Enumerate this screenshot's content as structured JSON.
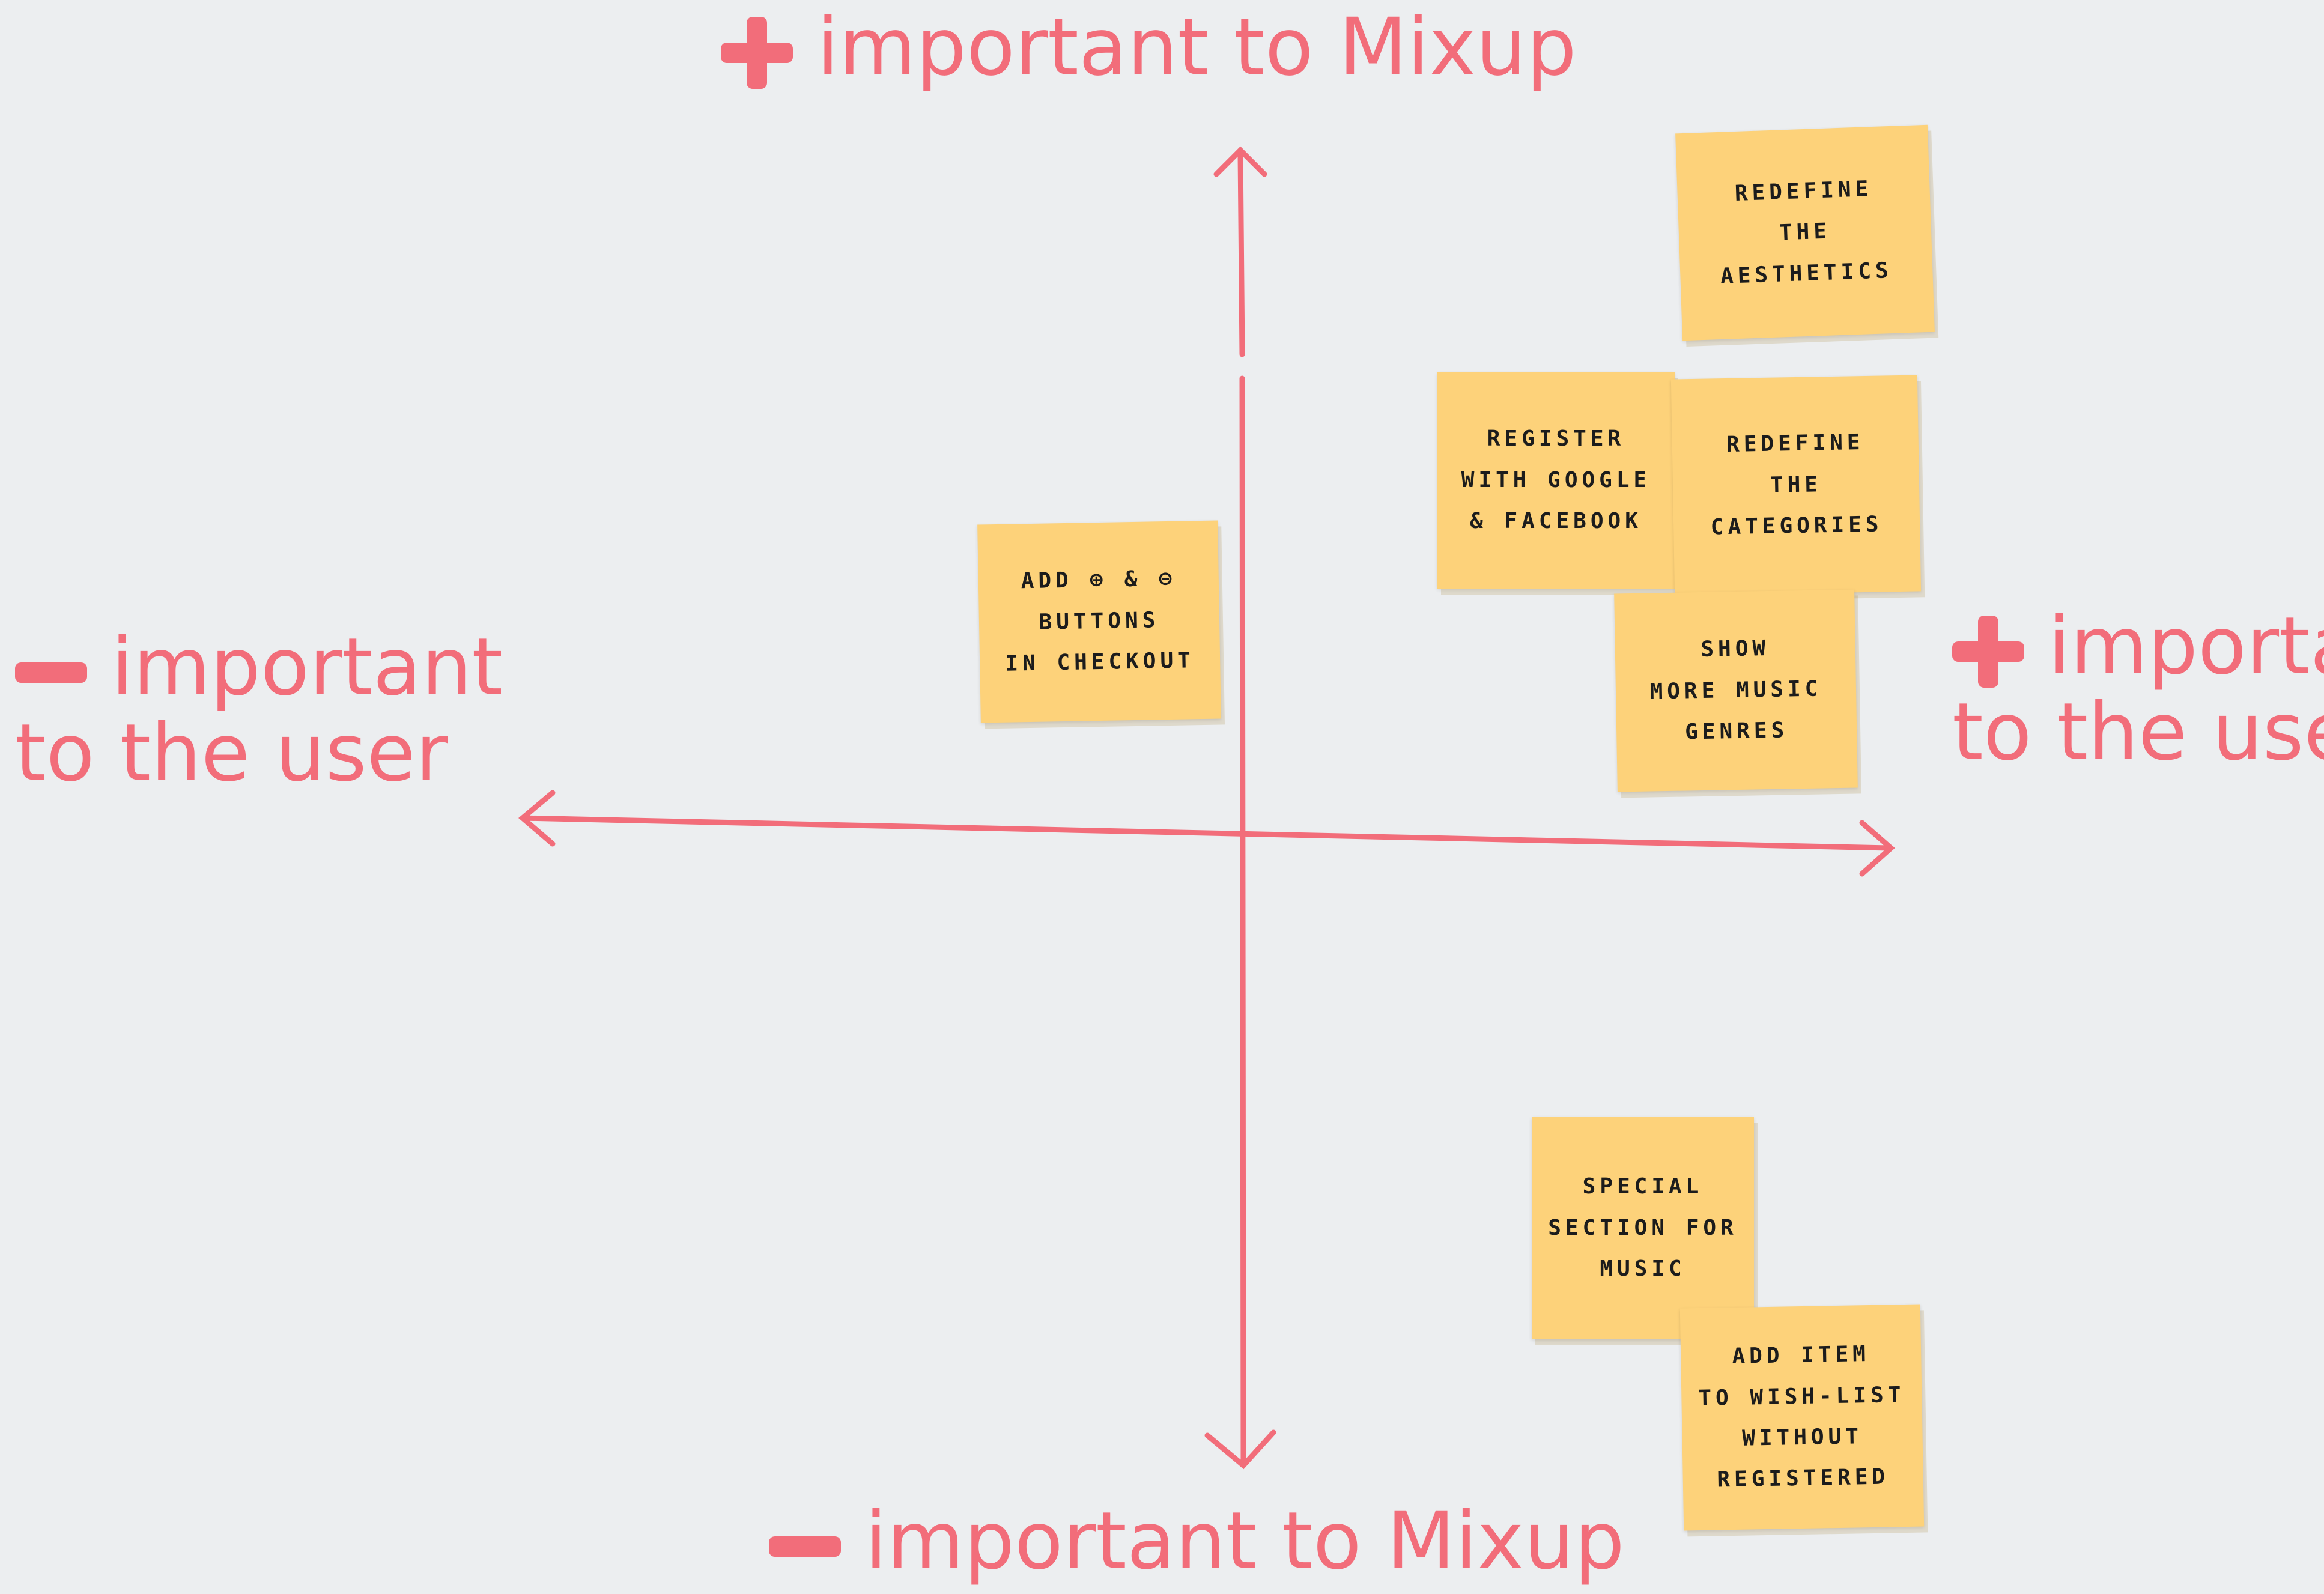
{
  "colors": {
    "marker": "#f26d7a",
    "board": "#eceef0",
    "note": "#fdd27a"
  },
  "axis_labels": {
    "top": {
      "sign": "plus",
      "text": "important to Mixup"
    },
    "bottom": {
      "sign": "minus",
      "text": "important to Mixup"
    },
    "left": {
      "sign": "minus",
      "line1": "important",
      "line2": "to the user"
    },
    "right": {
      "sign": "plus",
      "line1": "important",
      "line2": "to the user"
    }
  },
  "notes": {
    "aesthetics": [
      "Redefine",
      "the",
      "aesthetics"
    ],
    "register": [
      "Register",
      "with google",
      "& facebook"
    ],
    "categories": [
      "Redefine",
      "the",
      "categories"
    ],
    "genres": [
      "Show",
      "more music",
      "genres"
    ],
    "buttons": [
      "Add ⊕ & ⊖",
      "buttons",
      "in checkout"
    ],
    "special": [
      "Special",
      "section for",
      "music"
    ],
    "wishlist": [
      "Add item",
      "to wish-list",
      "without",
      "registered"
    ]
  }
}
